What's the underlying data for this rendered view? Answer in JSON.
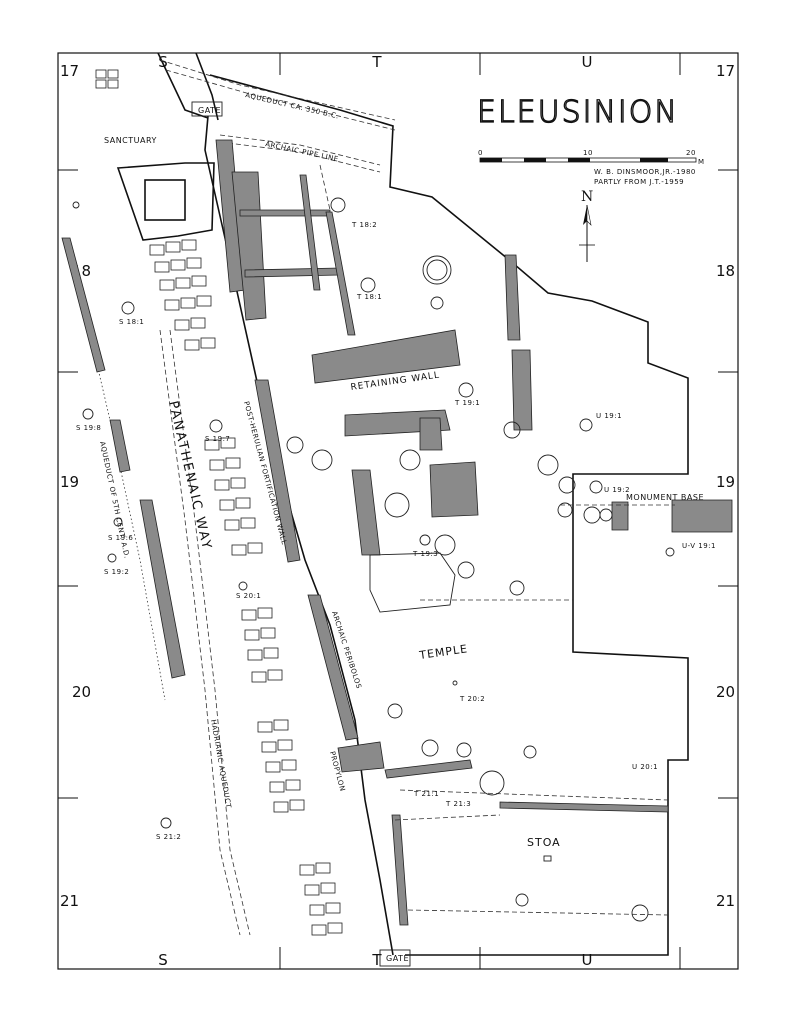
{
  "title": "ELEUSINION",
  "credits": {
    "line1": "W. B. DINSMOOR,JR.-1980",
    "line2": "PARTLY FROM J.T.-1959"
  },
  "scale": {
    "ticks": [
      "0",
      "10",
      "20"
    ],
    "unit": "M"
  },
  "north": "N",
  "grid": {
    "top": [
      "S",
      "T",
      "U"
    ],
    "bottom": [
      "S",
      "T",
      "U"
    ],
    "left": [
      "17",
      "18",
      "19",
      "20",
      "21"
    ],
    "right": [
      "17",
      "18",
      "19",
      "20",
      "21"
    ]
  },
  "labels": {
    "sanctuary": "SANCTUARY",
    "gate_top": "GATE",
    "aqueduct_top": "AQUEDUCT CA. 350 B.C.",
    "archaic_pipe": "ARCHAIC PIPE LINE",
    "retaining_wall": "RETAINING WALL",
    "panathenaic_way": "PANATHENAIC WAY",
    "aqueduct_5th": "AQUEDUCT OF 5TH CENT. A.D.",
    "post_herulian": "POST-HERULIAN FORTIFICATION WALL",
    "archaic_peribolos": "ARCHAIC PERIBOLOS",
    "temple": "TEMPLE",
    "propylon": "PROPYLON",
    "hadrianic_aqueduct": "HADRIANIC AQUEDUCT",
    "stoa": "STOA",
    "gate_bottom": "GATE",
    "monument_base": "MONUMENT BASE"
  },
  "markers": {
    "t18_2": "T 18:2",
    "t18_1": "T 18:1",
    "s18_1": "S 18:1",
    "t19_1": "T 19:1",
    "u19_1": "U 19:1",
    "s19_8": "S 19:8",
    "s19_7": "S 19:7",
    "u19_2": "U 19:2",
    "u_v19_1": "U-V 19:1",
    "s19_6": "S 19:6",
    "s19_2": "S 19:2",
    "t19_3": "T 19:3",
    "s20_1": "S 20:1",
    "t20_2": "T 20:2",
    "u20_1": "U 20:1",
    "t21_1": "T 21:1",
    "t21_3": "T 21:3",
    "s21_2": "S 21:2"
  }
}
